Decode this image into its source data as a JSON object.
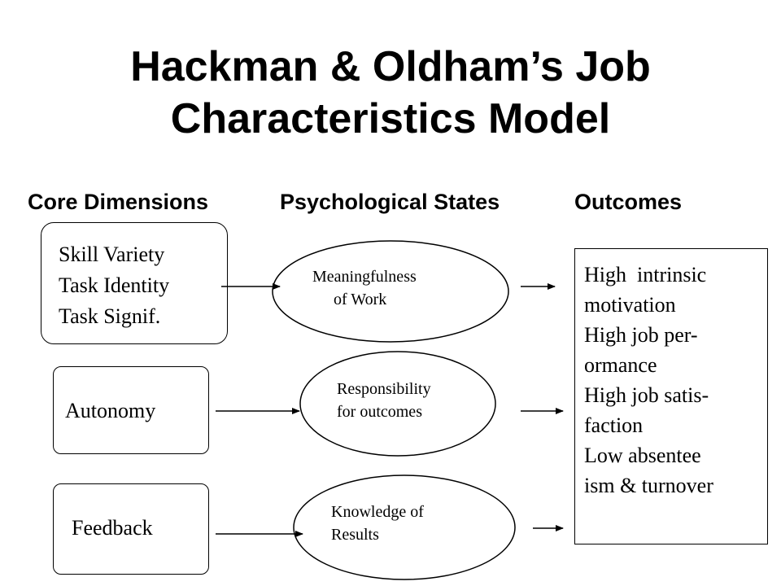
{
  "title": {
    "line1": "Hackman & Oldham’s Job",
    "line2": "Characteristics Model"
  },
  "headers": {
    "core": "Core Dimensions",
    "states": "Psychological States",
    "outcomes": "Outcomes"
  },
  "core_dimensions": {
    "group1": [
      "Skill Variety",
      "Task Identity",
      "Task Signif."
    ],
    "autonomy": "Autonomy",
    "feedback": "Feedback"
  },
  "psychological_states": {
    "meaningfulness": [
      "Meaningfulness",
      "of Work"
    ],
    "responsibility": [
      "Responsibility",
      "for outcomes"
    ],
    "knowledge": [
      "Knowledge of",
      "Results"
    ]
  },
  "outcomes": [
    "High  intrinsic",
    "motivation",
    "High job per-",
    "ormance",
    "High job satis-",
    "faction",
    "Low absentee",
    "ism & turnover"
  ]
}
